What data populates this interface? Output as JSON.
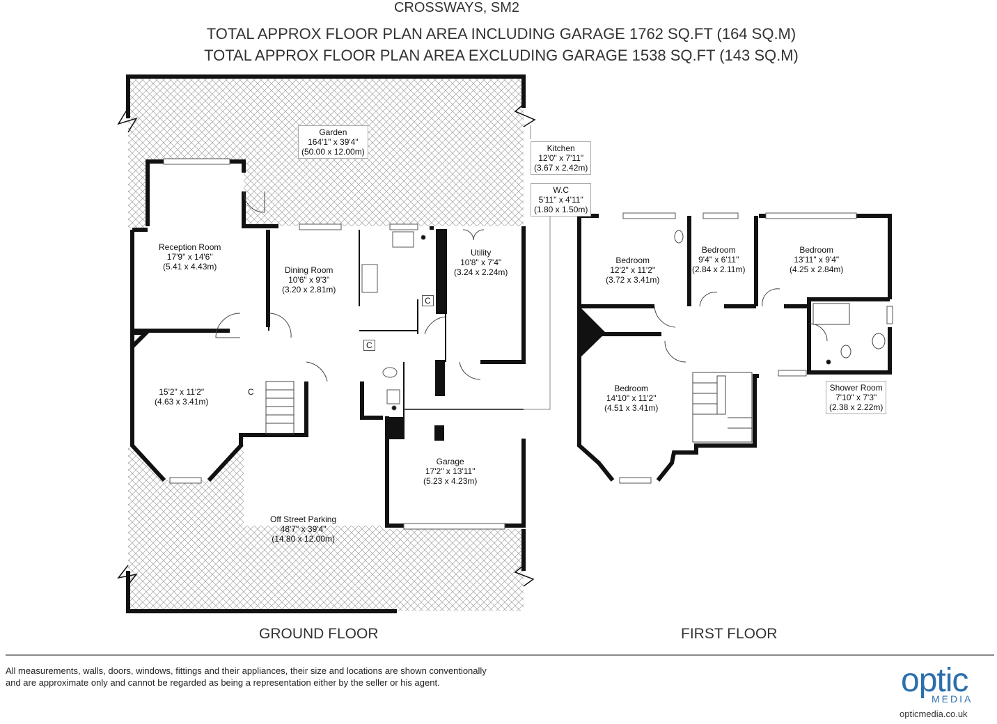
{
  "header": {
    "title": "CROSSWAYS, SM2",
    "area_including": "TOTAL APPROX FLOOR PLAN AREA INCLUDING GARAGE 1762 SQ.FT (164 SQ.M)",
    "area_excluding": "TOTAL APPROX FLOOR PLAN AREA EXCLUDING GARAGE 1538 SQ.FT (143 SQ.M)"
  },
  "floors": {
    "ground": "GROUND FLOOR",
    "first": "FIRST FLOOR"
  },
  "rooms": {
    "garden": {
      "name": "Garden",
      "imperial": "164'1\" x 39'4\"",
      "metric": "(50.00 x 12.00m)"
    },
    "kitchen": {
      "name": "Kitchen",
      "imperial": "12'0\" x 7'11\"",
      "metric": "(3.67 x 2.42m)"
    },
    "wc": {
      "name": "W.C",
      "imperial": "5'11\" x 4'11\"",
      "metric": "(1.80 x 1.50m)"
    },
    "reception": {
      "name": "Reception Room",
      "imperial": "17'9\" x 14'6\"",
      "metric": "(5.41 x 4.43m)"
    },
    "dining": {
      "name": "Dining Room",
      "imperial": "10'6\" x 9'3\"",
      "metric": "(3.20 x 2.81m)"
    },
    "utility": {
      "name": "Utility",
      "imperial": "10'8\" x 7'4\"",
      "metric": "(3.24 x 2.24m)"
    },
    "front_room": {
      "imperial": "15'2\" x 11'2\"",
      "metric": "(4.63 x 3.41m)"
    },
    "garage": {
      "name": "Garage",
      "imperial": "17'2\" x 13'11\"",
      "metric": "(5.23 x 4.23m)"
    },
    "parking": {
      "name": "Off Street Parking",
      "imperial": "48'7\" x 39'4\"",
      "metric": "(14.80 x 12.00m)"
    },
    "bed1": {
      "name": "Bedroom",
      "imperial": "12'2\" x 11'2\"",
      "metric": "(3.72 x 3.41m)"
    },
    "bed2": {
      "name": "Bedroom",
      "imperial": "9'4\" x 6'11\"",
      "metric": "(2.84 x 2.11m)"
    },
    "bed3": {
      "name": "Bedroom",
      "imperial": "13'11\" x 9'4\"",
      "metric": "(4.25 x 2.84m)"
    },
    "bed4": {
      "name": "Bedroom",
      "imperial": "14'10\" x 11'2\"",
      "metric": "(4.51 x 3.41m)"
    },
    "shower": {
      "name": "Shower Room",
      "imperial": "7'10\" x 7'3\"",
      "metric": "(2.38 x 2.22m)"
    }
  },
  "cupboard_label": "C",
  "disclaimer": "All measurements, walls, doors, windows, fittings and their appliances, their size and locations are shown conventionally and are approximate only and cannot be regarded as being a representation either by the seller or his agent.",
  "logo": {
    "word": "optic",
    "sub": "MEDIA",
    "url": "opticmedia.co.uk"
  },
  "colors": {
    "wall": "#111111",
    "hatch": "#9a9a9a",
    "brand": "#2c6fae"
  }
}
